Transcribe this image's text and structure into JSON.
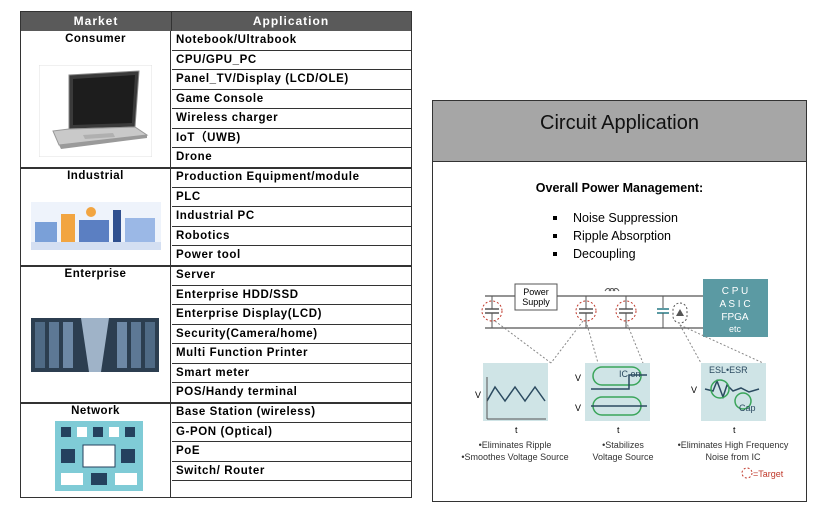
{
  "table": {
    "header_market": "Market",
    "header_application": "Application",
    "groups": [
      {
        "market": "Consumer",
        "applications": [
          "Notebook/Ultrabook",
          "CPU/GPU_PC",
          "Panel_TV/Display (LCD/OLE)",
          "Game Console",
          "Wireless charger",
          "IoT（UWB)",
          "Drone"
        ]
      },
      {
        "market": "Industrial",
        "applications": [
          "Production Equipment/module",
          "PLC",
          "Industrial PC",
          "Robotics",
          "Power tool"
        ]
      },
      {
        "market": "Enterprise",
        "applications": [
          "Server",
          "Enterprise HDD/SSD",
          "Enterprise Display(LCD)",
          "Security(Camera/home)",
          "Multi Function Printer",
          "Smart meter",
          "POS/Handy terminal"
        ]
      },
      {
        "market": "Network",
        "applications": [
          "Base Station (wireless)",
          "G-PON (Optical)",
          "PoE",
          "Switch/ Router",
          ""
        ]
      }
    ]
  },
  "circuit": {
    "title": "Circuit Application",
    "heading": "Overall Power Management:",
    "bullets": [
      "Noise Suppression",
      "Ripple Absorption",
      "Decoupling"
    ],
    "power_supply_label": [
      "Power",
      "Supply"
    ],
    "chip_label": [
      "C P U",
      "A S I C",
      "FPGA",
      "etc"
    ],
    "ic_on": "IC on",
    "esl_esr": "ESL•ESR",
    "cap": "Cap",
    "axis_v": "V",
    "axis_t": "t",
    "captions": [
      [
        "•Eliminates Ripple",
        "•Smoothes Voltage Source"
      ],
      [
        "•Stabilizes",
        "Voltage Source"
      ],
      [
        "•Eliminates High Frequency",
        "Noise from IC"
      ]
    ],
    "target_label": "=Target",
    "colors": {
      "teal": "#5b9aa3",
      "panel": "#cfe4e6",
      "red": "#c0392b",
      "green": "#3aa55a"
    }
  }
}
